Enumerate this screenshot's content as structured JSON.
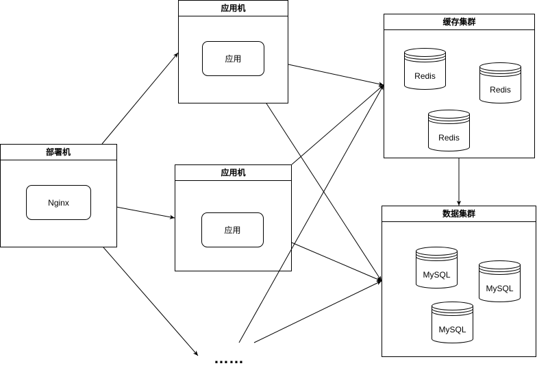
{
  "nodes": {
    "deploy_machine": {
      "title": "部署机",
      "inner_label": "Nginx"
    },
    "app_machine_1": {
      "title": "应用机",
      "inner_label": "应用"
    },
    "app_machine_2": {
      "title": "应用机",
      "inner_label": "应用"
    },
    "ellipsis": {
      "label": "……"
    },
    "cache_cluster": {
      "title": "缓存集群",
      "members": [
        "Redis",
        "Redis",
        "Redis"
      ]
    },
    "data_cluster": {
      "title": "数据集群",
      "members": [
        "MySQL",
        "MySQL",
        "MySQL"
      ]
    }
  }
}
